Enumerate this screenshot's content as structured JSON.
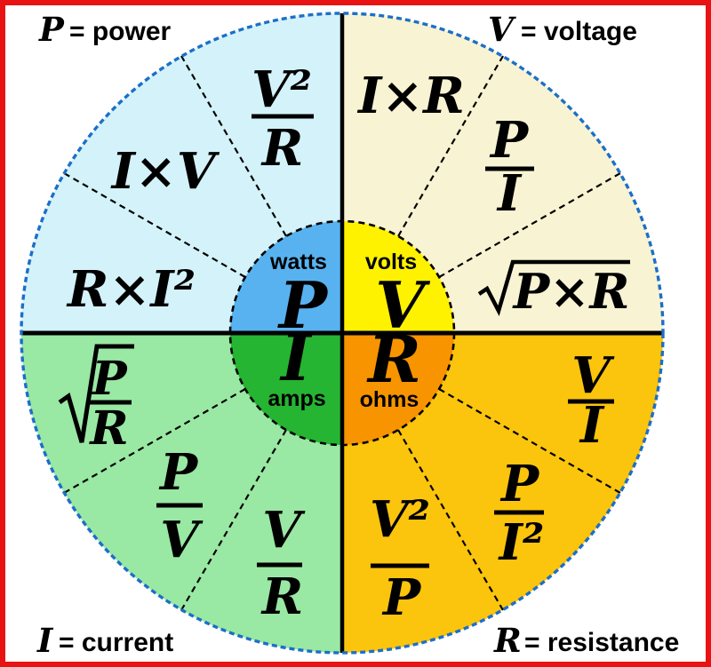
{
  "colors": {
    "frame": "#e81313",
    "outer_ring": "#1b6fc8",
    "background": "#ffffff"
  },
  "corner_labels": {
    "power": {
      "symbol": "P",
      "definition": "= power"
    },
    "voltage": {
      "symbol": "V",
      "definition": "= voltage"
    },
    "current": {
      "symbol": "I",
      "definition": "= current"
    },
    "resistance": {
      "symbol": "R",
      "definition": "= resistance"
    }
  },
  "hub": {
    "power": {
      "symbol": "P",
      "unit": "watts",
      "color": "#58b2f0"
    },
    "voltage": {
      "symbol": "V",
      "unit": "volts",
      "color": "#fff200"
    },
    "current": {
      "symbol": "I",
      "unit": "amps",
      "color": "#26b433"
    },
    "resistance": {
      "symbol": "R",
      "unit": "ohms",
      "color": "#f79400"
    }
  },
  "quadrants": {
    "power": {
      "color": "#d4f2f9",
      "f1": {
        "numerator": "V²",
        "denominator": "R"
      },
      "f2": {
        "expression": "I×V"
      },
      "f3": {
        "expression": "R×I²"
      }
    },
    "voltage": {
      "color": "#f8f3d2",
      "f1": {
        "expression": "I×R"
      },
      "f2": {
        "numerator": "P",
        "denominator": "I"
      },
      "f3": {
        "radicand": "P×R"
      }
    },
    "resistance": {
      "color": "#fbc40d",
      "f1": {
        "numerator": "V",
        "denominator": "I"
      },
      "f2": {
        "numerator": "P",
        "denominator": "I²"
      },
      "f3": {
        "numerator": "V²",
        "denominator": "P"
      }
    },
    "current": {
      "color": "#99e8a3",
      "f1": {
        "numerator": "P",
        "denominator": "R"
      },
      "f2": {
        "numerator": "P",
        "denominator": "V"
      },
      "f3": {
        "numerator": "V",
        "denominator": "R"
      }
    }
  }
}
